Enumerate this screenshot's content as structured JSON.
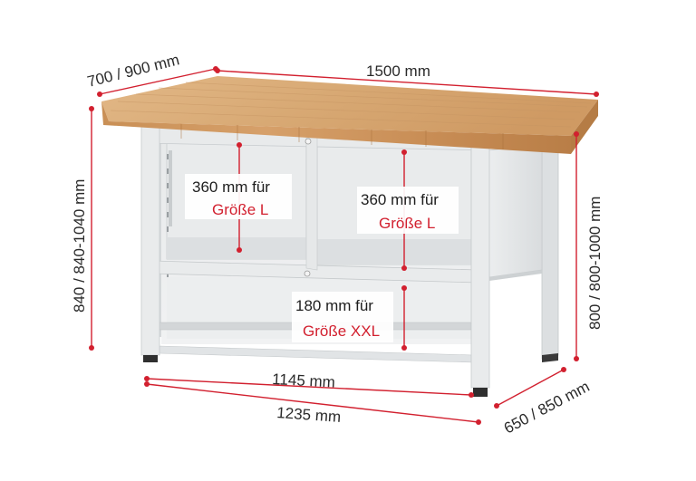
{
  "dimensions": {
    "top_depth": "700 / 900 mm",
    "top_width": "1500 mm",
    "height_total": "840 / 840-1040 mm",
    "height_frame": "800 / 800-1000 mm",
    "inner_width": "1145 mm",
    "outer_width": "1235 mm",
    "frame_depth": "650 / 850 mm"
  },
  "compartments": [
    {
      "size": "360 mm für",
      "type": "Größe L"
    },
    {
      "size": "360 mm für",
      "type": "Größe L"
    },
    {
      "size": "180 mm für",
      "type": "Größe XXL"
    }
  ],
  "colors": {
    "accent": "#d2202f",
    "wood": "#d9ad7c",
    "frame": "#e4e6e7"
  }
}
